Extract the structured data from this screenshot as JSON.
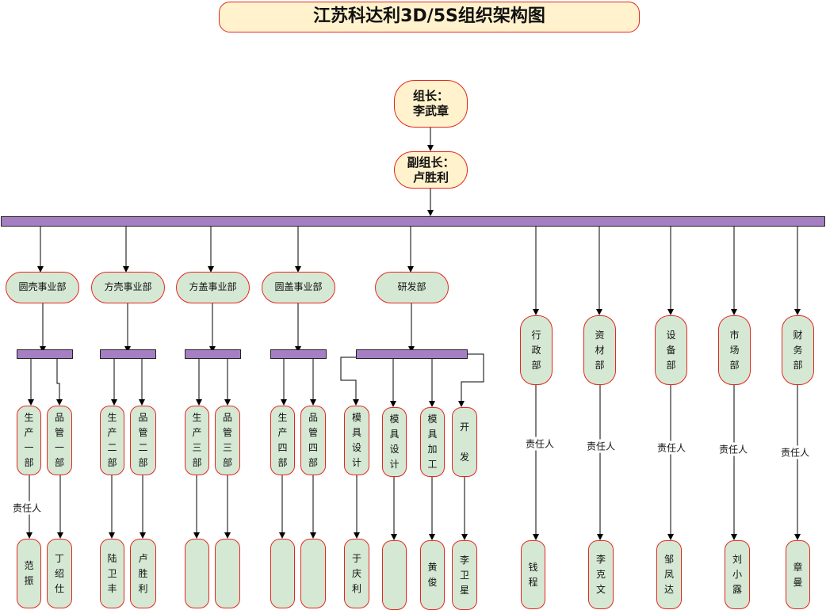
{
  "title": "江苏科达利3D/5S组织架构图",
  "leader": {
    "role": "组长：",
    "name": "李武章"
  },
  "deputy": {
    "role": "副组长：",
    "name": "卢胜利"
  },
  "divisions": [
    {
      "label": "圆壳事业部",
      "units": [
        {
          "label": "生产一部",
          "person": "范振"
        },
        {
          "label": "品管一部",
          "person": "丁绍仕"
        }
      ]
    },
    {
      "label": "方壳事业部",
      "units": [
        {
          "label": "生产二部",
          "person": "陆卫丰"
        },
        {
          "label": "品管二部",
          "person": "卢胜利"
        }
      ]
    },
    {
      "label": "方盖事业部",
      "units": [
        {
          "label": "生产三部",
          "person": ""
        },
        {
          "label": "品管三部",
          "person": ""
        }
      ]
    },
    {
      "label": "圆盖事业部",
      "units": [
        {
          "label": "生产四部",
          "person": ""
        },
        {
          "label": "品管四部",
          "person": ""
        }
      ]
    },
    {
      "label": "研发部",
      "units": [
        {
          "label": "模具设计",
          "person": "于庆利"
        },
        {
          "label": "模具设计",
          "person": ""
        },
        {
          "label": "模具加工",
          "person": "黄俊"
        },
        {
          "label": "开 发",
          "person": "李卫星"
        }
      ]
    }
  ],
  "departments": [
    {
      "label": "行政部",
      "person": "钱程"
    },
    {
      "label": "资材部",
      "person": "李克文"
    },
    {
      "label": "设备部",
      "person": "邹凤达"
    },
    {
      "label": "市场部",
      "person": "刘小露"
    },
    {
      "label": "财务部",
      "person": "章曼"
    }
  ],
  "responsible_label": "责任人",
  "colors": {
    "box_fill": "#d5e8d4",
    "lead_fill": "#fff2cc",
    "border": "#e3271f",
    "bar": "#a67fc3"
  }
}
